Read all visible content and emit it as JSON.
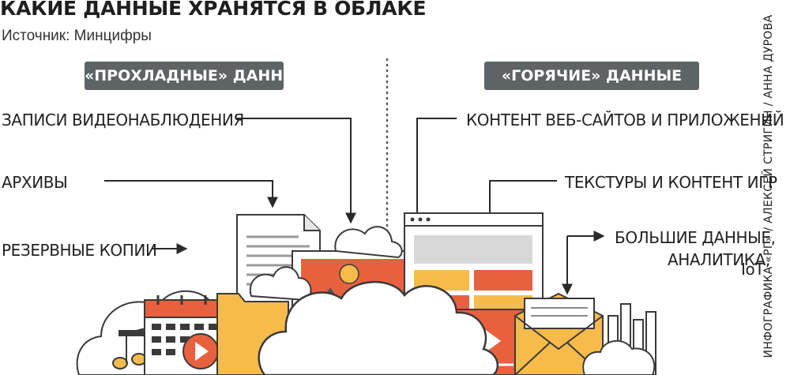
{
  "header": {
    "title": "КАКИЕ ДАННЫЕ ХРАНЯТСЯ В ОБЛАКЕ",
    "source": "Источник: Минцифры"
  },
  "cold": {
    "label": "«ПРОХЛАДНЫЕ» ДАННЫЕ",
    "items": [
      "ЗАПИСИ ВИДЕОНАБЛЮДЕНИЯ",
      "АРХИВЫ",
      "РЕЗЕРВНЫЕ КОПИИ"
    ]
  },
  "hot": {
    "label": "«ГОРЯЧИЕ» ДАННЫЕ",
    "items": [
      "КОНТЕНТ ВЕБ-САЙТОВ И ПРИЛОЖЕНИЙ",
      "ТЕКСТУРЫ И КОНТЕНТ ИГР"
    ],
    "bigdata": [
      "БОЛЬШИЕ ДАННЫЕ,",
      "АНАЛИТИКА,",
      "IoT"
    ]
  },
  "credit": "ИНФОГРАФИКА «РГ» / АЛЕКСЕЙ СТРИГИН / АННА ДУРОВА",
  "colors": {
    "pill": "#5e6366",
    "accent_red": "#e8613f",
    "accent_yellow": "#f6bb4a",
    "outline": "#3a3a3a"
  },
  "icons": [
    "play-icon",
    "music-note-icon",
    "envelope-icon",
    "calendar-icon",
    "cloud-icon"
  ]
}
